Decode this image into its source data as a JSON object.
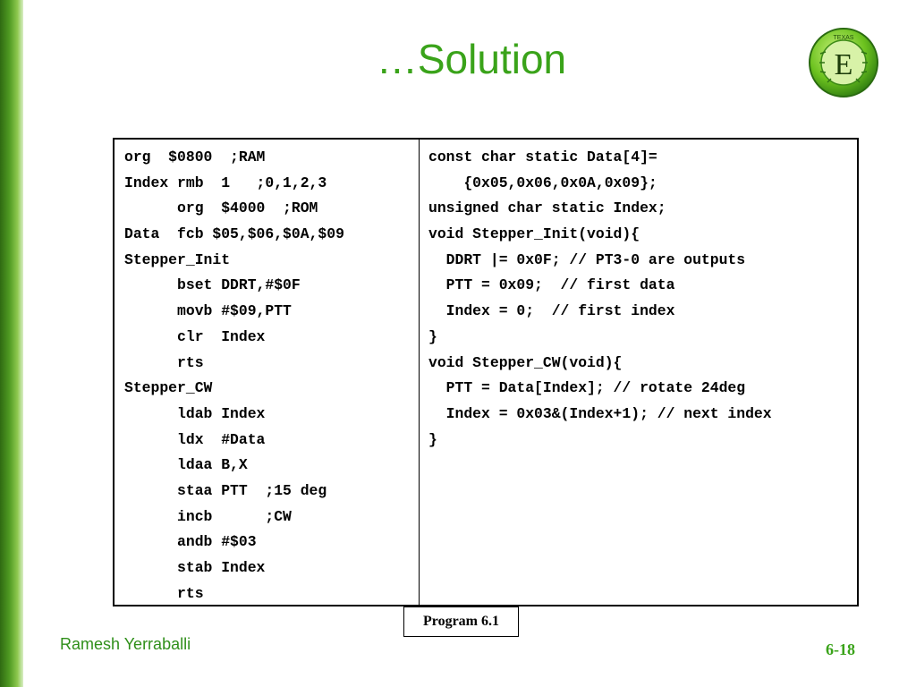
{
  "title": "…Solution",
  "logo": {
    "icon": "texas-e-seal-icon",
    "letter": "E",
    "ring_text": "TEXAS"
  },
  "assembly_lines": [
    "org  $0800  ;RAM",
    "Index rmb  1   ;0,1,2,3",
    "      org  $4000  ;ROM",
    "Data  fcb $05,$06,$0A,$09",
    "Stepper_Init",
    "      bset DDRT,#$0F",
    "      movb #$09,PTT",
    "      clr  Index",
    "      rts",
    "Stepper_CW",
    "      ldab Index",
    "      ldx  #Data",
    "      ldaa B,X",
    "      staa PTT  ;15 deg",
    "      incb      ;CW",
    "      andb #$03",
    "      stab Index",
    "      rts"
  ],
  "c_lines": [
    "const char static Data[4]=",
    "    {0x05,0x06,0x0A,0x09};",
    "unsigned char static Index;",
    "void Stepper_Init(void){",
    "  DDRT |= 0x0F; // PT3-0 are outputs",
    "  PTT = 0x09;  // first data",
    "  Index = 0;  // first index",
    "}",
    "void Stepper_CW(void){",
    "  PTT = Data[Index]; // rotate 24deg",
    "  Index = 0x03&(Index+1); // next index",
    "}"
  ],
  "caption": "Program 6.1",
  "footer": {
    "author": "Ramesh Yerraballi",
    "page": "6-18"
  },
  "colors": {
    "accent_green": "#3aa31a",
    "sidebar_green": "#4f9a22"
  }
}
